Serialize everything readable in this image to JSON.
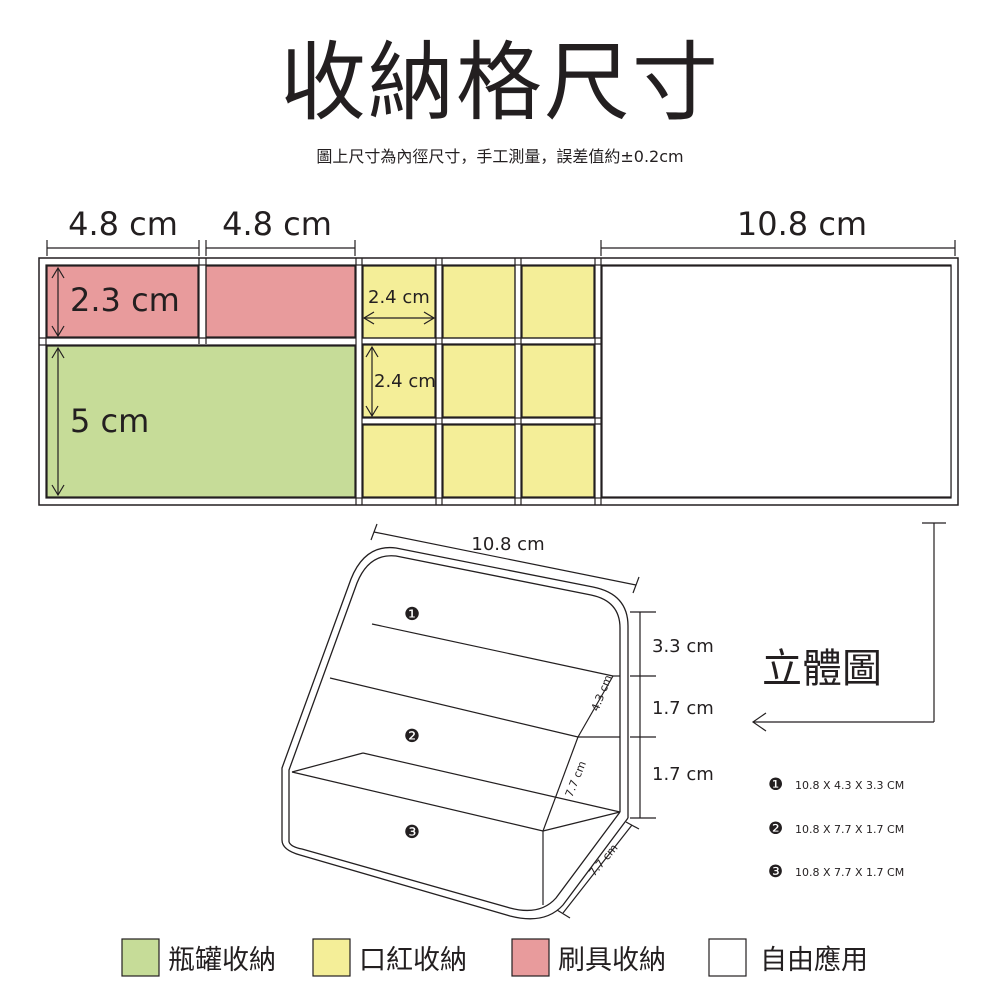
{
  "title": "收納格尺寸",
  "subtitle": "圖上尺寸為內徑尺寸，手工測量，誤差值約±0.2cm",
  "plan": {
    "dim_top_left_1": "4.8 cm",
    "dim_top_left_2": "4.8 cm",
    "dim_top_right": "10.8 cm",
    "dim_brush_height": "2.3 cm",
    "dim_bottle_height": "5 cm",
    "dim_lipstick_width": "2.4 cm",
    "dim_lipstick_height": "2.4 cm"
  },
  "iso": {
    "dim_width": "10.8 cm",
    "dim_h1": "3.3 cm",
    "dim_h2": "1.7 cm",
    "dim_h3": "1.7 cm",
    "dim_depth1": "4.3 cm",
    "dim_depth2": "7.7 cm",
    "dim_depth3": "7.7 cm",
    "view_label": "立體圖",
    "tiers": [
      {
        "marker": "❶",
        "spec": "10.8 X 4.3 X 3.3 CM"
      },
      {
        "marker": "❷",
        "spec": "10.8 X 7.7 X 1.7 CM"
      },
      {
        "marker": "❸",
        "spec": "10.8 X 7.7 X 1.7 CM"
      }
    ]
  },
  "legend": [
    {
      "label": "瓶罐收納",
      "color": "#c6dc98"
    },
    {
      "label": "口紅收納",
      "color": "#f4ee98"
    },
    {
      "label": "刷具收納",
      "color": "#e89b9c"
    },
    {
      "label": "自由應用",
      "color": "#ffffff"
    }
  ]
}
